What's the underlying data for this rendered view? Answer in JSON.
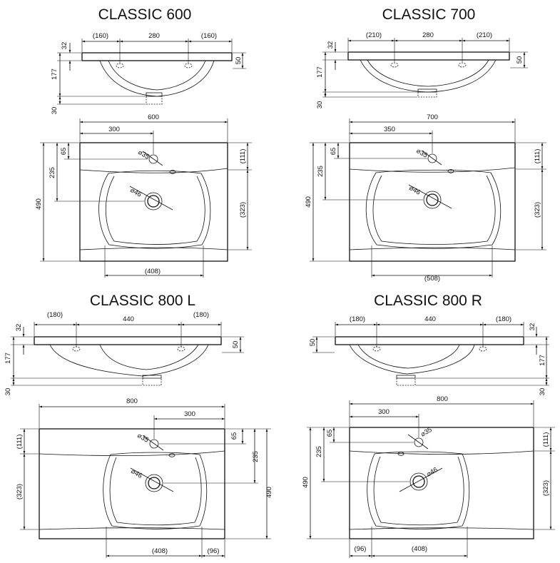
{
  "panels": [
    {
      "id": "classic-600",
      "title": "CLASSIC 600",
      "side": {
        "left": "(160)",
        "middle": "280",
        "right": "(160)",
        "top": "32",
        "depth": "177",
        "drain": "30",
        "edge": "50"
      },
      "top_view": {
        "width": "600",
        "tap_offset": "300",
        "tap_from_back": "65",
        "bowl_depth": "235",
        "overall_depth": "490",
        "back_edge": "(111)",
        "front_part": "(323)",
        "bowl_width": "(408)",
        "tap_hole": "⌀35",
        "drain_hole": "⌀46"
      }
    },
    {
      "id": "classic-700",
      "title": "CLASSIC 700",
      "side": {
        "left": "(210)",
        "middle": "280",
        "right": "(210)",
        "top": "32",
        "depth": "177",
        "drain": "30",
        "edge": "50"
      },
      "top_view": {
        "width": "700",
        "tap_offset": "350",
        "tap_from_back": "65",
        "bowl_depth": "235",
        "overall_depth": "490",
        "back_edge": "(111)",
        "front_part": "(323)",
        "bowl_width": "(508)",
        "tap_hole": "⌀35",
        "drain_hole": "⌀46"
      }
    },
    {
      "id": "classic-800-l",
      "title": "CLASSIC 800 L",
      "side": {
        "left": "(180)",
        "middle": "440",
        "right": "(180)",
        "top": "32",
        "depth": "177",
        "drain": "30",
        "edge": "50"
      },
      "top_view": {
        "width": "800",
        "tap_offset": "300",
        "tap_from_back": "65",
        "bowl_depth": "235",
        "overall_depth": "490",
        "back_edge": "(111)",
        "front_part": "(323)",
        "bowl_width": "(408)",
        "shelf": "(96)",
        "tap_hole": "⌀35",
        "drain_hole": "⌀46"
      }
    },
    {
      "id": "classic-800-r",
      "title": "CLASSIC 800 R",
      "side": {
        "left": "(180)",
        "middle": "440",
        "right": "(180)",
        "top": "32",
        "depth": "177",
        "drain": "30",
        "edge": "50"
      },
      "top_view": {
        "width": "800",
        "tap_offset": "300",
        "tap_from_back": "65",
        "bowl_depth": "235",
        "overall_depth": "490",
        "back_edge": "(111)",
        "front_part": "(323)",
        "bowl_width": "(408)",
        "shelf": "(96)",
        "tap_hole": "⌀35",
        "drain_hole": "⌀46"
      }
    }
  ]
}
